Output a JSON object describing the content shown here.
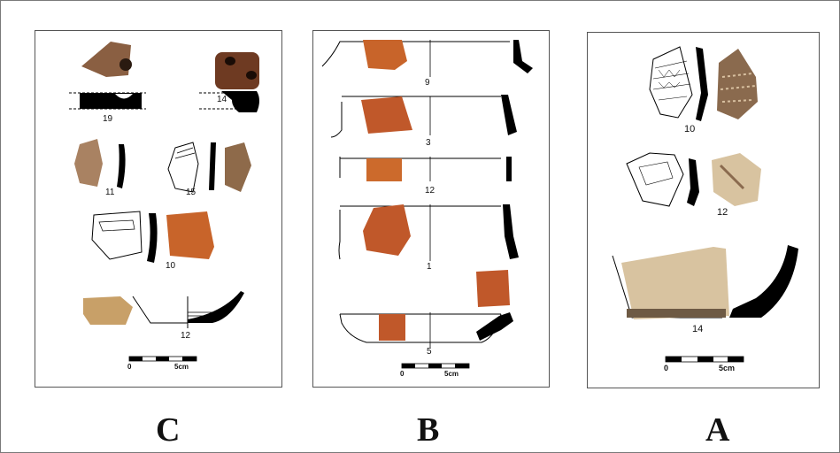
{
  "panels": {
    "c": {
      "letter": "C",
      "numbers": {
        "n19": "19",
        "n14": "14",
        "n11": "11",
        "n15": "15",
        "n10": "10",
        "n12": "12"
      },
      "scale": {
        "start": "0",
        "end": "5cm"
      }
    },
    "b": {
      "letter": "B",
      "numbers": {
        "n9": "9",
        "n3": "3",
        "n12": "12",
        "n1": "1",
        "n5": "5"
      },
      "scale": {
        "start": "0",
        "end": "5cm"
      }
    },
    "a": {
      "letter": "A",
      "numbers": {
        "n10": "10",
        "n12": "12",
        "n14": "14"
      },
      "scale": {
        "start": "0",
        "end": "5cm"
      }
    }
  },
  "colors": {
    "sherd_red": "#c8642a",
    "sherd_brown": "#8a5a3a",
    "sherd_buff": "#d8c3a0",
    "profile": "#000000",
    "frame": "#555555"
  }
}
